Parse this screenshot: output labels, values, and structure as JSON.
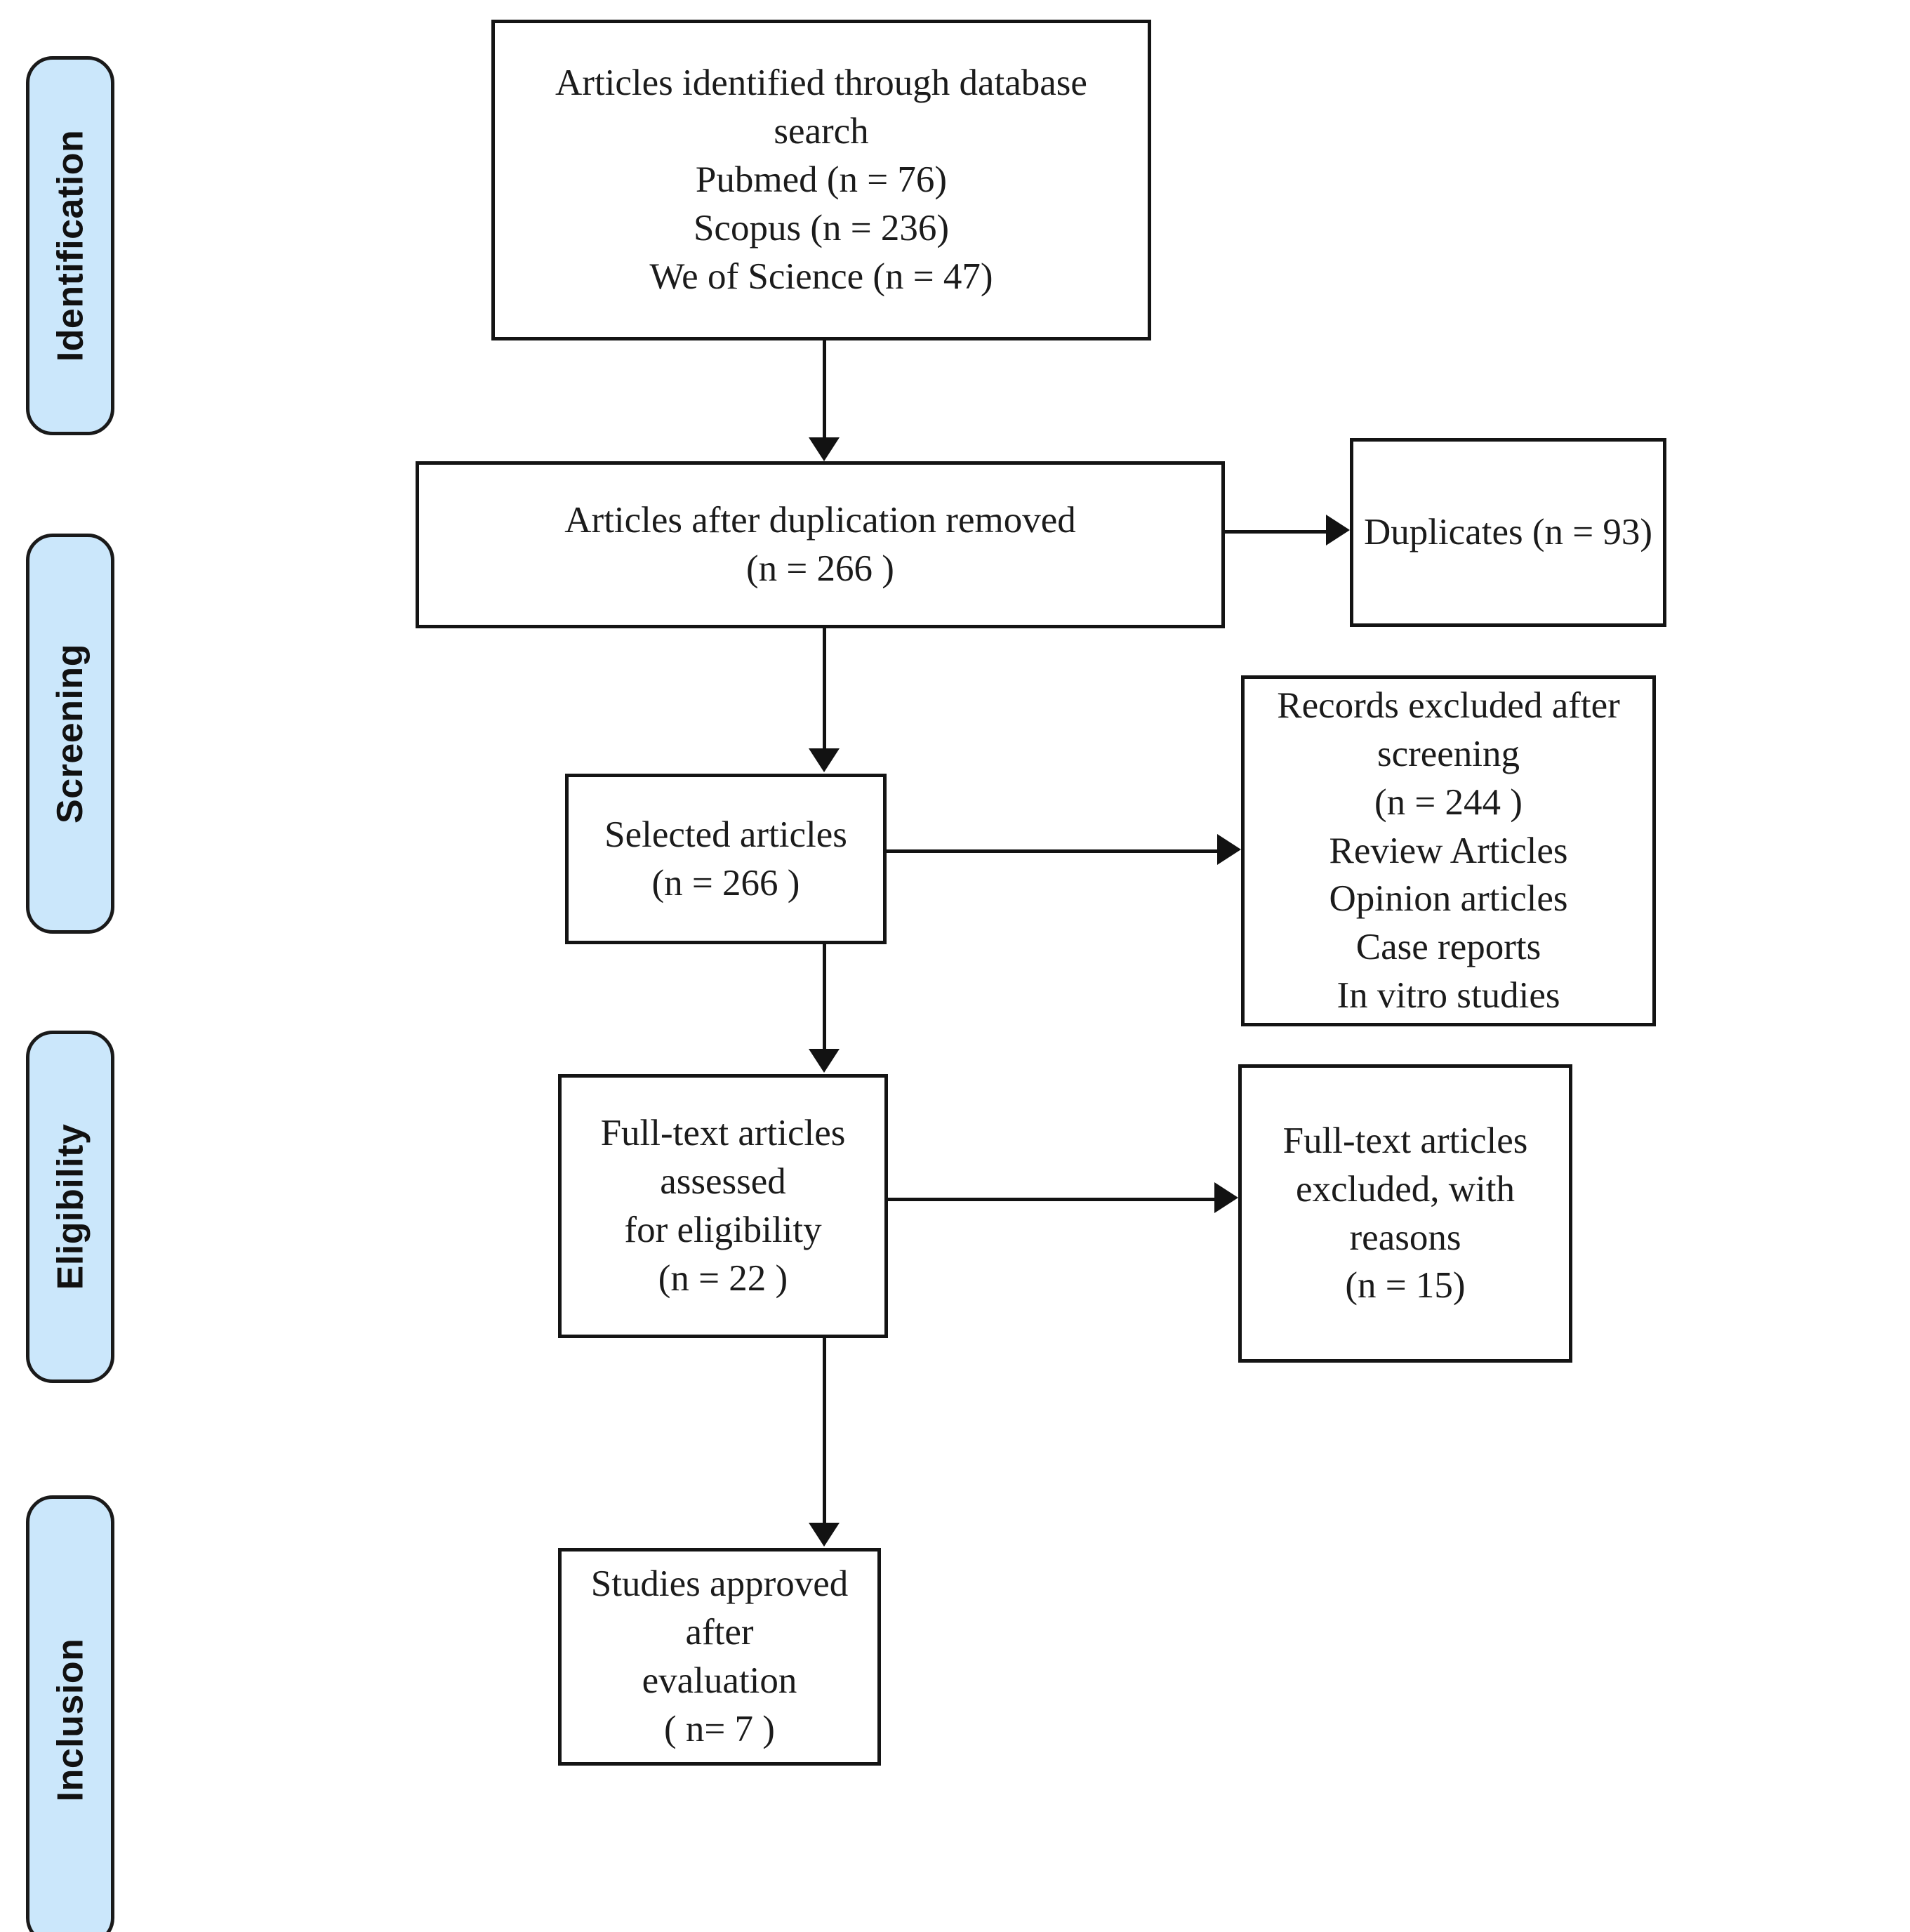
{
  "diagram": {
    "type": "prisma-flow-diagram",
    "accent_color": "#cbe7fb",
    "line_color": "#121212",
    "background": "#ffffff"
  },
  "stages": [
    {
      "id": "identification",
      "label": "Identification"
    },
    {
      "id": "screening",
      "label": "Screening"
    },
    {
      "id": "eligibility",
      "label": "Eligibility"
    },
    {
      "id": "inclusion",
      "label": "Inclusion"
    }
  ],
  "boxes": {
    "identified": {
      "id": "articles-identified",
      "text": "Articles identified through database\nsearch\nPubmed (n = 76)\nScopus (n = 236)\nWe of Science (n = 47)",
      "lines": [
        "Articles identified through database",
        "search",
        "Pubmed (n = 76)",
        "Scopus (n = 236)",
        "We of Science (n = 47)"
      ],
      "counts": {
        "pubmed": 76,
        "scopus": 236,
        "web_of_science": 47
      }
    },
    "after_duplicates": {
      "id": "articles-after-duplication-removed",
      "text": "Articles after duplication removed\n(n =  266 )",
      "lines": [
        "Articles after duplication removed",
        "(n =  266 )"
      ],
      "count": 266
    },
    "duplicates": {
      "id": "duplicates",
      "text": "Duplicates (n = 93)",
      "lines": [
        "Duplicates (n = 93)"
      ],
      "count": 93
    },
    "selected": {
      "id": "selected-articles",
      "text": "Selected articles\n(n = 266 )",
      "lines": [
        "Selected articles",
        "(n = 266 )"
      ],
      "count": 266
    },
    "excluded_screening": {
      "id": "records-excluded-after-screening",
      "text": "Records excluded after screening\n(n = 244 )\nReview Articles\nOpinion articles\nCase reports\nIn vitro studies",
      "lines": [
        "Records excluded after screening",
        "(n = 244 )",
        "Review Articles",
        "Opinion articles",
        "Case reports",
        "In vitro studies"
      ],
      "count": 244,
      "reasons": [
        "Review Articles",
        "Opinion articles",
        "Case reports",
        "In vitro studies"
      ]
    },
    "fulltext_assessed": {
      "id": "full-text-articles-assessed",
      "text": "Full-text articles assessed\nfor eligibility\n(n =  22 )",
      "lines": [
        "Full-text articles assessed",
        "for eligibility",
        "(n =  22 )"
      ],
      "count": 22
    },
    "fulltext_excluded": {
      "id": "full-text-articles-excluded",
      "text": "Full-text articles excluded, with\nreasons\n(n = 15)",
      "lines": [
        "Full-text articles excluded, with",
        "reasons",
        "(n = 15)"
      ],
      "count": 15
    },
    "approved": {
      "id": "studies-approved-after-evaluation",
      "text": "Studies approved after\nevaluation\n( n= 7 )",
      "lines": [
        "Studies approved after",
        "evaluation",
        "( n= 7 )"
      ],
      "count": 7
    }
  }
}
